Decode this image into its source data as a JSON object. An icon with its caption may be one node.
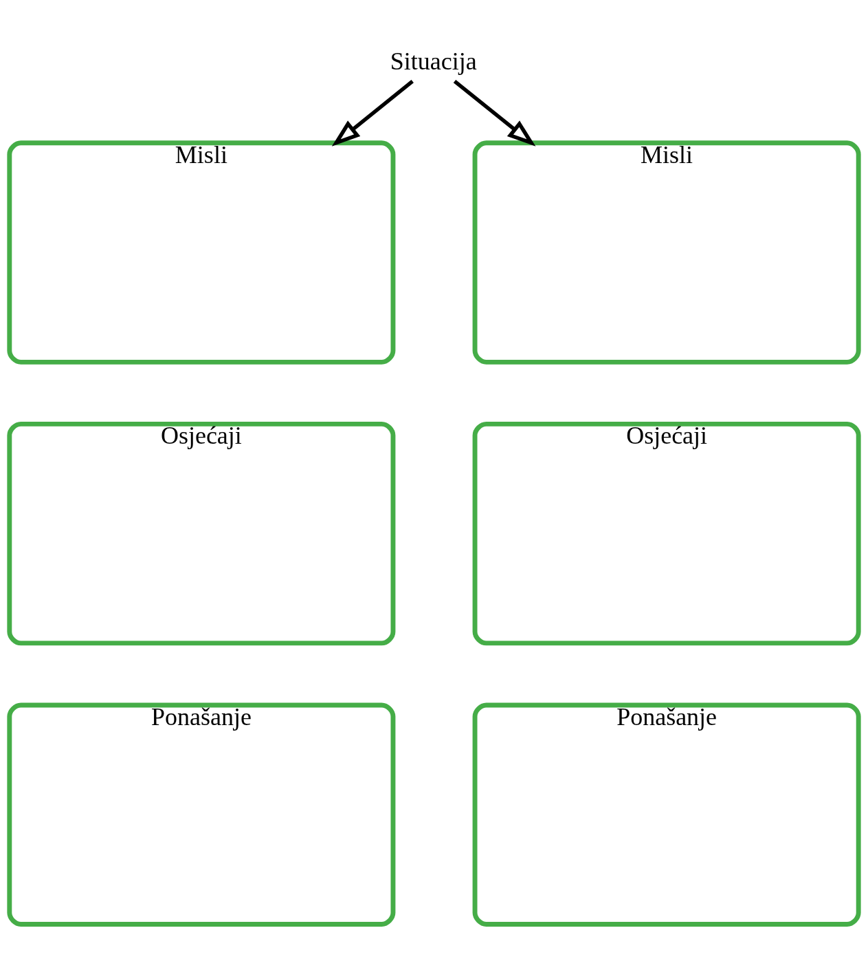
{
  "diagram": {
    "nodes": [
      {
        "text": [
          "Situacija"
        ]
      },
      {
        "text": [
          "Misli"
        ]
      },
      {
        "text": [
          "Misli"
        ]
      },
      {
        "text": [
          "Osjećaji"
        ]
      },
      {
        "text": [
          "Osjećaji"
        ]
      },
      {
        "text": [
          "Ponašanje"
        ]
      },
      {
        "text": [
          "Ponašanje"
        ]
      }
    ],
    "edges": [
      {
        "from": 0,
        "to": 1,
        "arrow": "to"
      },
      {
        "from": 0,
        "to": 2,
        "arrow": "to"
      }
    ]
  }
}
